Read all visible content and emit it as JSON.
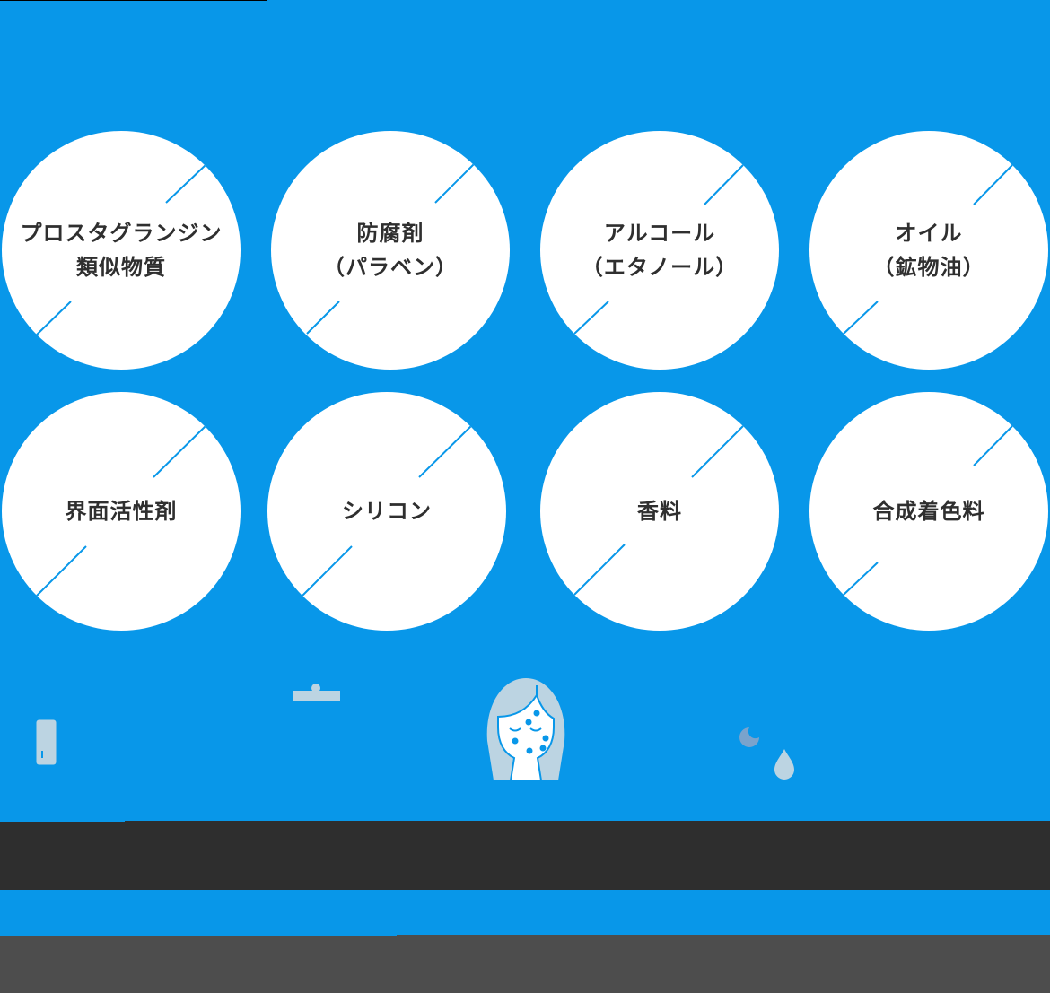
{
  "colors": {
    "background": "#0897e9",
    "circle": "#ffffff",
    "text": "#2f2f2f",
    "icon_light": "#bcd4e2",
    "icon_moon": "#7aa3cc",
    "dark_band": "#2e2e2e",
    "gray_band": "#4d4d4d"
  },
  "ingredients": [
    {
      "label": "プロスタグランジン\n類似物質"
    },
    {
      "label": "防腐剤\n（パラベン）"
    },
    {
      "label": "アルコール\n（エタノール）"
    },
    {
      "label": "オイル\n（鉱物油）"
    },
    {
      "label": "界面活性剤"
    },
    {
      "label": "シリコン"
    },
    {
      "label": "香料"
    },
    {
      "label": "合成着色料"
    }
  ],
  "illustrations": [
    {
      "icon": "bottle-icon"
    },
    {
      "icon": "cap-icon"
    },
    {
      "icon": "woman-face-with-acne-icon"
    },
    {
      "icon": "moon-icon"
    },
    {
      "icon": "water-drop-icon"
    }
  ]
}
